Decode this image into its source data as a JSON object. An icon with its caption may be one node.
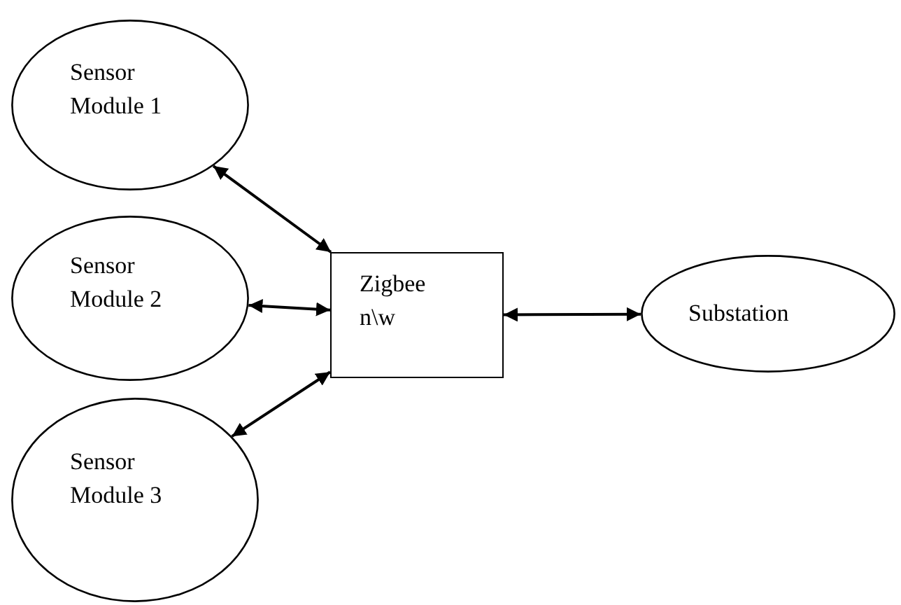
{
  "diagram": {
    "nodes": [
      {
        "text": [
          "Sensor Module 1"
        ]
      },
      {
        "text": [
          "Sensor Module 2"
        ]
      },
      {
        "text": [
          "Sensor Module 3"
        ]
      },
      {
        "text": [
          "Zigbee n\\w"
        ]
      },
      {
        "text": [
          "Substation"
        ]
      }
    ],
    "edges": [
      {
        "from": 0,
        "to": 3,
        "arrow": "both"
      },
      {
        "from": 1,
        "to": 3,
        "arrow": "both"
      },
      {
        "from": 2,
        "to": 3,
        "arrow": "both"
      },
      {
        "from": 3,
        "to": 4,
        "arrow": "both"
      }
    ]
  }
}
